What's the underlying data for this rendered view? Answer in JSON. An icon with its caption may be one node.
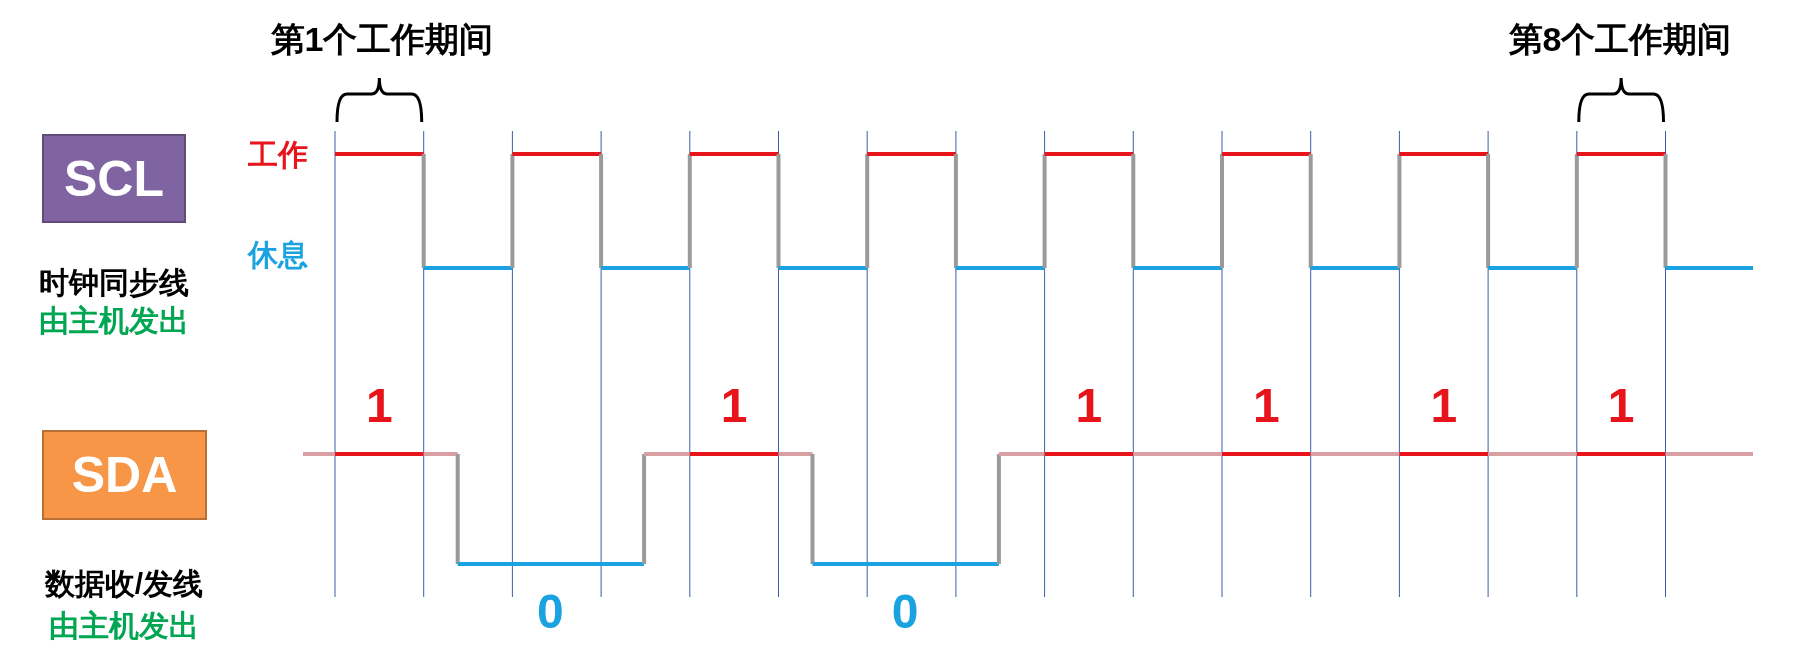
{
  "diagram": {
    "nodes": [
      {
        "text": [
          "SCL"
        ],
        "beside": [
          "时钟同步线",
          "由主机发出"
        ]
      },
      {
        "text": [
          "SDA"
        ],
        "beside": [
          "数据收/发线",
          "由主机发出"
        ]
      }
    ],
    "labels": [
      "第1个工作期间",
      "第8个工作期间",
      "工作",
      "休息",
      "1",
      "1",
      "1",
      "1",
      "1",
      "1",
      "0",
      "0"
    ]
  }
}
